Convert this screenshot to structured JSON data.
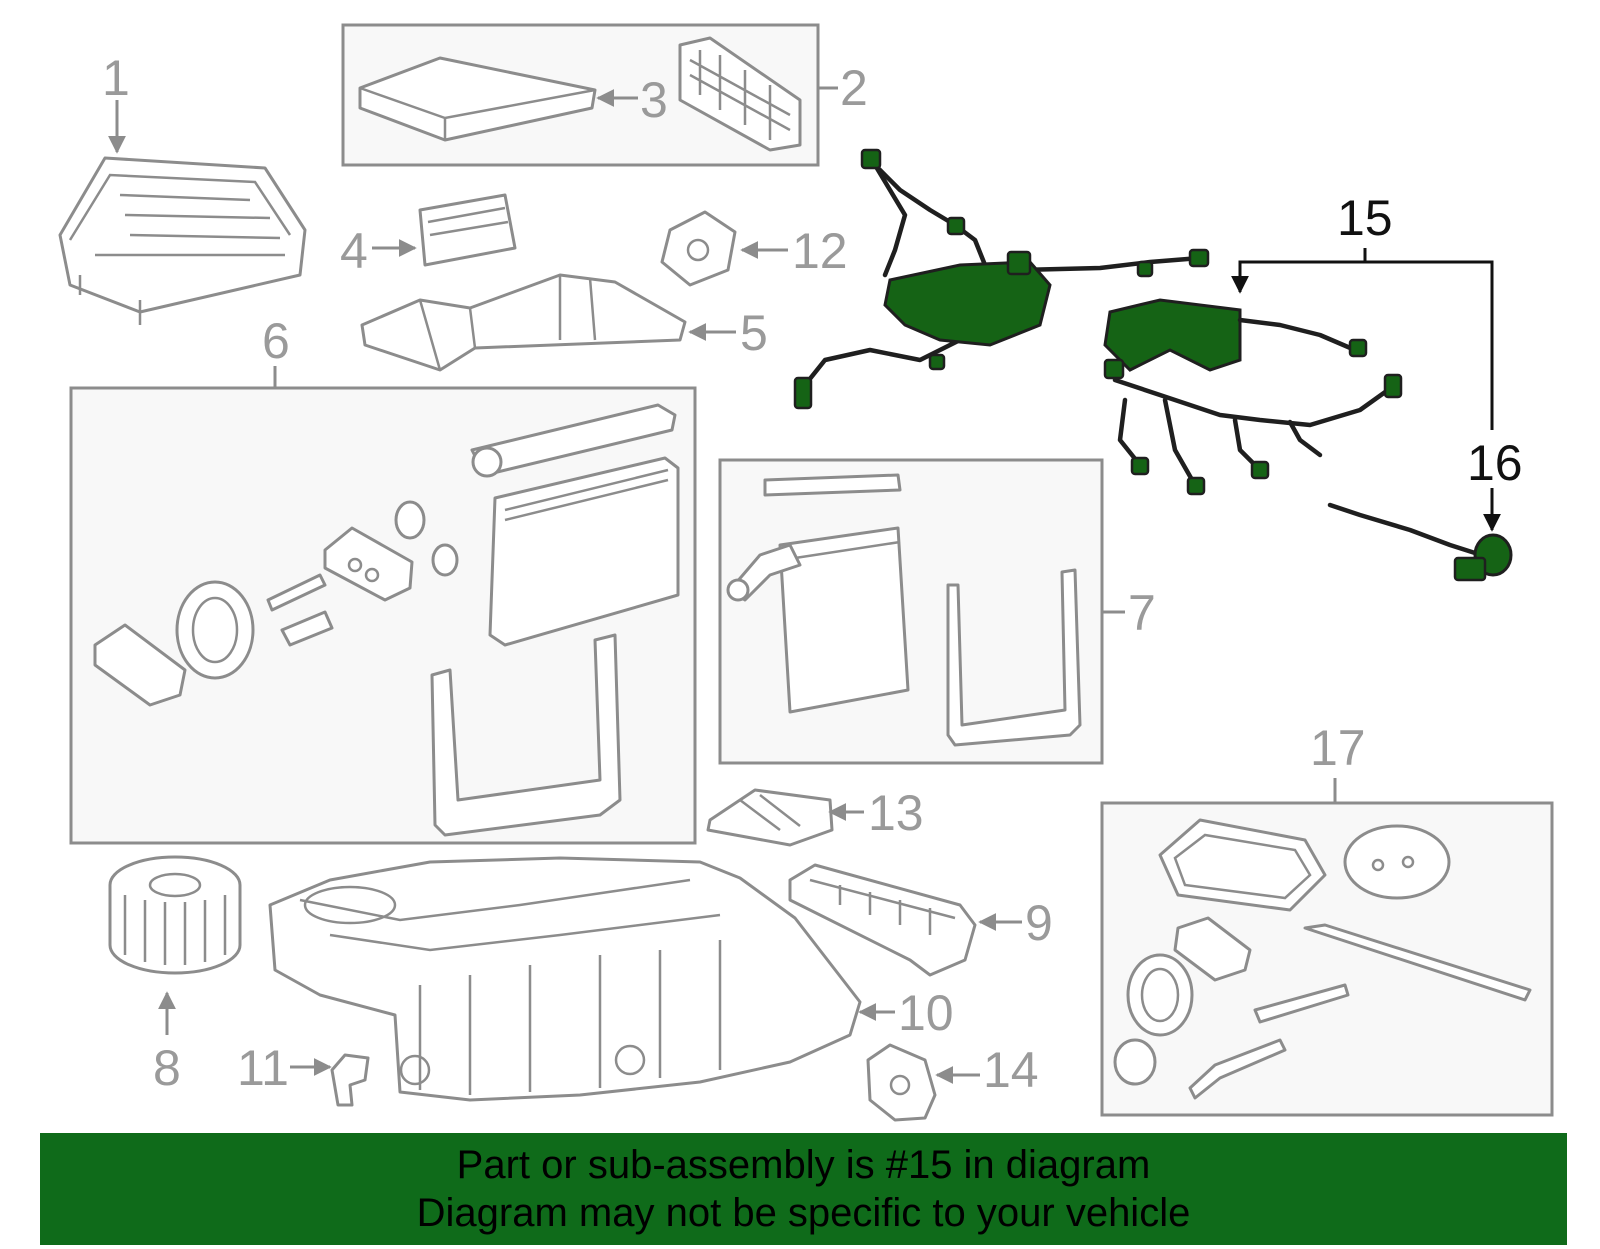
{
  "callouts": {
    "c1": "1",
    "c2": "2",
    "c3": "3",
    "c4": "4",
    "c5": "5",
    "c6": "6",
    "c7": "7",
    "c8": "8",
    "c9": "9",
    "c10": "10",
    "c11": "11",
    "c12": "12",
    "c13": "13",
    "c14": "14",
    "c15": "15",
    "c16": "16",
    "c17": "17"
  },
  "banner": {
    "line1": "Part or sub-assembly is #15 in diagram",
    "line2": "Diagram may not be specific to your vehicle"
  },
  "colors": {
    "banner_bg": "#0f6b1a",
    "highlight_part": "#156315",
    "callout_gray": "#9a9a9a"
  },
  "highlighted_part": "15"
}
